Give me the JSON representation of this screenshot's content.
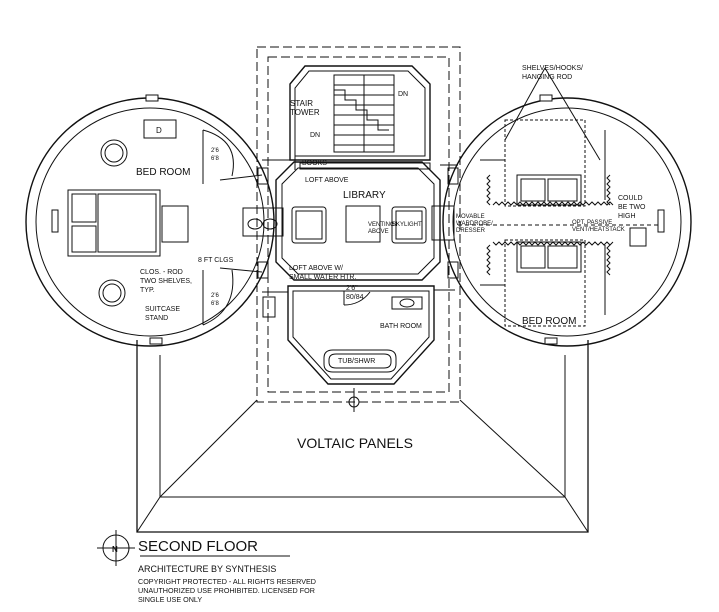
{
  "plan": {
    "labels": {
      "stair_tower": [
        "STAIR",
        "TOWER"
      ],
      "dn_top": "DN",
      "dn_mid": "DN",
      "books": "BOOKS",
      "loft_above": "LOFT ABOVE",
      "library": "LIBRARY",
      "venting_skylight_left": [
        "VENTING",
        "ABOVE"
      ],
      "venting_skylight_right": "SKYLIGHT",
      "loft_above_water": [
        "LOFT ABOVE W/",
        "SMALL WATER HTR."
      ],
      "door_size_bath": [
        "2'6\"",
        "80/84"
      ],
      "bath_room": "BATH ROOM",
      "tub_shower": "TUB/SHWR",
      "bedroom_left": "BED ROOM",
      "bedroom_right": "BED ROOM",
      "dresser_d": "D",
      "door_size_left_top": [
        "2'6",
        "6'8"
      ],
      "door_size_left_bottom": [
        "2'6",
        "6'8"
      ],
      "clos_rod": [
        "CLOS. - ROD",
        "TWO SHELVES,",
        "TYP."
      ],
      "eight_ft_clgs": "8 FT CLGS",
      "suitcase_stand": [
        "SUITCASE",
        "STAND"
      ],
      "shelves_hooks": [
        "SHELVES/HOOKS/",
        "HANGING ROD"
      ],
      "movable_wardrobe": [
        "MOVABLE",
        "WARDROBE/",
        "DRESSER"
      ],
      "opt_passive": [
        "OPT. PASSIVE",
        "VENT/HEATSTACK"
      ],
      "could_be_two_high": [
        "COULD",
        "BE TWO",
        "HIGH"
      ],
      "voltaic_panels": "VOLTAIC PANELS"
    },
    "title_block": {
      "north_symbol": "N",
      "title": "SECOND FLOOR",
      "firm": "ARCHITECTURE BY SYNTHESIS",
      "legal": [
        "COPYRIGHT PROTECTED - ALL RIGHTS RESERVED",
        "UNAUTHORIZED USE PROHIBITED. LICENSED FOR",
        "SINGLE USE ONLY"
      ]
    }
  }
}
